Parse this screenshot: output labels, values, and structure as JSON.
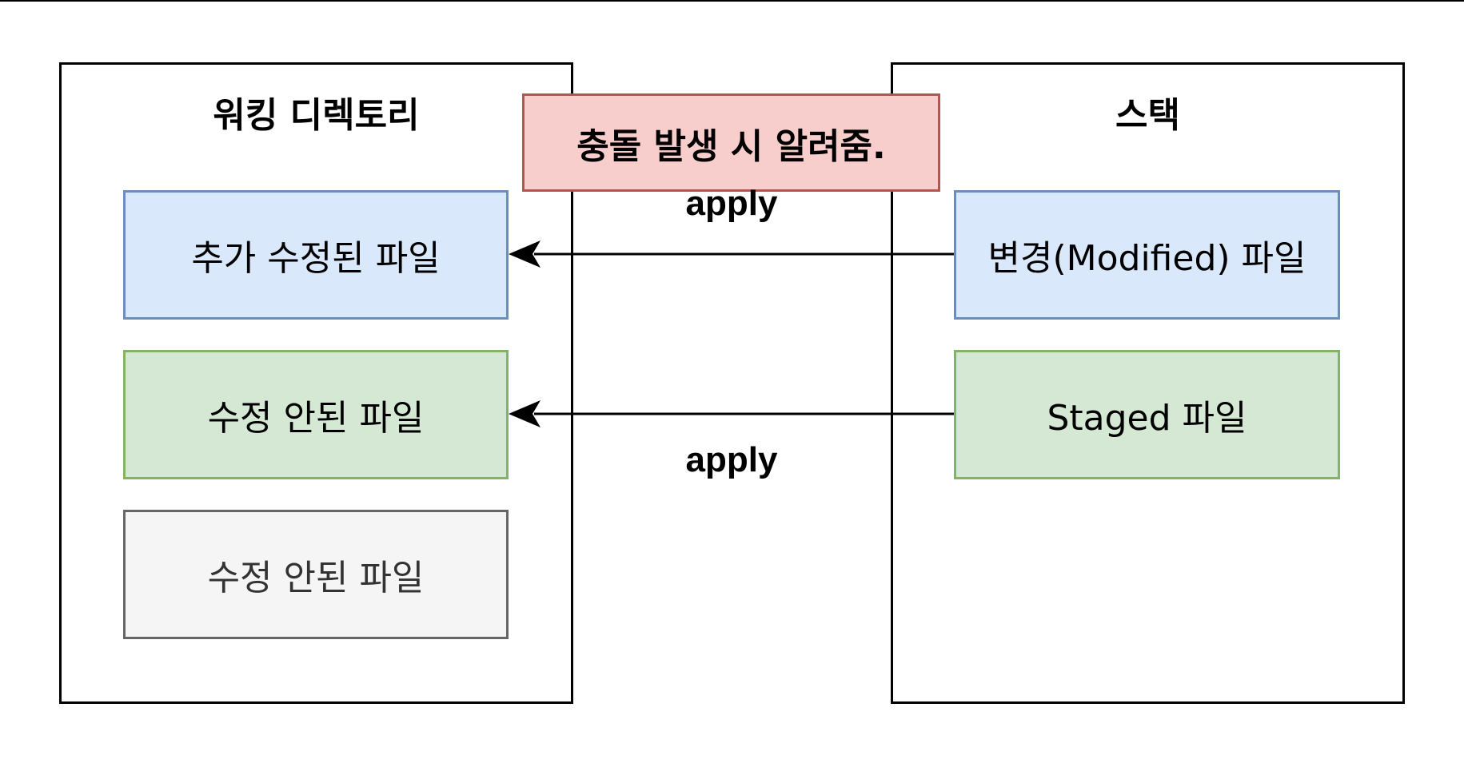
{
  "working_directory": {
    "title": "워킹 디렉토리",
    "nodes": [
      {
        "label": "추가 수정된 파일",
        "fill": "#dae8fc",
        "stroke": "#6c8ebf"
      },
      {
        "label": "수정 안된 파일",
        "fill": "#d5e8d4",
        "stroke": "#82b366"
      },
      {
        "label": "수정 안된 파일",
        "fill": "#f5f5f5",
        "stroke": "#666666",
        "text_color": "#333333"
      }
    ]
  },
  "stack": {
    "title": "스택",
    "nodes": [
      {
        "label": "변경(Modified) 파일",
        "fill": "#dae8fc",
        "stroke": "#6c8ebf"
      },
      {
        "label": "Staged 파일",
        "fill": "#d5e8d4",
        "stroke": "#82b366"
      }
    ]
  },
  "conflict_note": {
    "label": "충돌 발생 시 알려줌.",
    "fill": "#f8cecc",
    "stroke": "#b85450"
  },
  "edges": [
    {
      "label": "apply",
      "from": "변경(Modified) 파일",
      "to": "추가 수정된 파일"
    },
    {
      "label": "apply",
      "from": "Staged 파일",
      "to": "수정 안된 파일"
    }
  ]
}
